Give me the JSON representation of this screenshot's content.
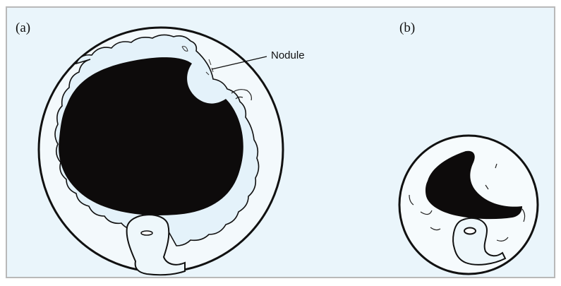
{
  "panels": {
    "a": {
      "label": "(a)"
    },
    "b": {
      "label": "(b)"
    }
  },
  "annotation": {
    "nodule_label": "Nodule"
  },
  "colors": {
    "background": "#eaf5fb",
    "frame": "#b9b9b9",
    "outline": "#111111",
    "tissue_fill": "#e4f2fa",
    "dark_mass": "#0d0b0b"
  }
}
